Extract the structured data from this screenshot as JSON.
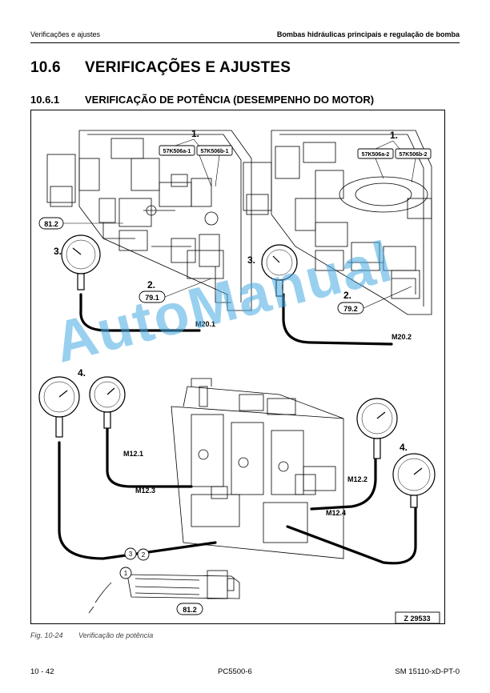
{
  "header": {
    "left": "Verificações e ajustes",
    "right": "Bombas hidráulicas principais e regulação de bomba"
  },
  "section": {
    "number": "10.6",
    "title": "VERIFICAÇÕES E AJUSTES"
  },
  "subsection": {
    "number": "10.6.1",
    "title": "VERIFICAÇÃO DE POTÊNCIA (DESEMPENHO DO MOTOR)"
  },
  "figure": {
    "callouts": {
      "c1_left": "1.",
      "c1_right": "1.",
      "c2_left": "2.",
      "c2_right": "2.",
      "c3_left": "3.",
      "c3_right": "3.",
      "c4_left": "4.",
      "c4_right": "4."
    },
    "labels": {
      "k506a1": "57K506a-1",
      "k506b1": "57K506b-1",
      "k506a2": "57K506a-2",
      "k506b2": "57K506b-2",
      "l812_top": "81.2",
      "l791": "79.1",
      "l792": "79.2",
      "m201": "M20.1",
      "m202": "M20.2",
      "m121": "M12.1",
      "m123": "M12.3",
      "m122": "M12.2",
      "m124": "M12.4",
      "l812_bottom": "81.2",
      "n1": "1",
      "n2": "2",
      "n3": "3",
      "fig_id": "Z 29533"
    }
  },
  "caption": {
    "number": "Fig. 10-24",
    "text": "Verificação de potência"
  },
  "footer": {
    "left": "10 - 42",
    "center": "PC5500-6",
    "right": "SM 15110-xD-PT-0"
  },
  "watermark": "AutoManual"
}
